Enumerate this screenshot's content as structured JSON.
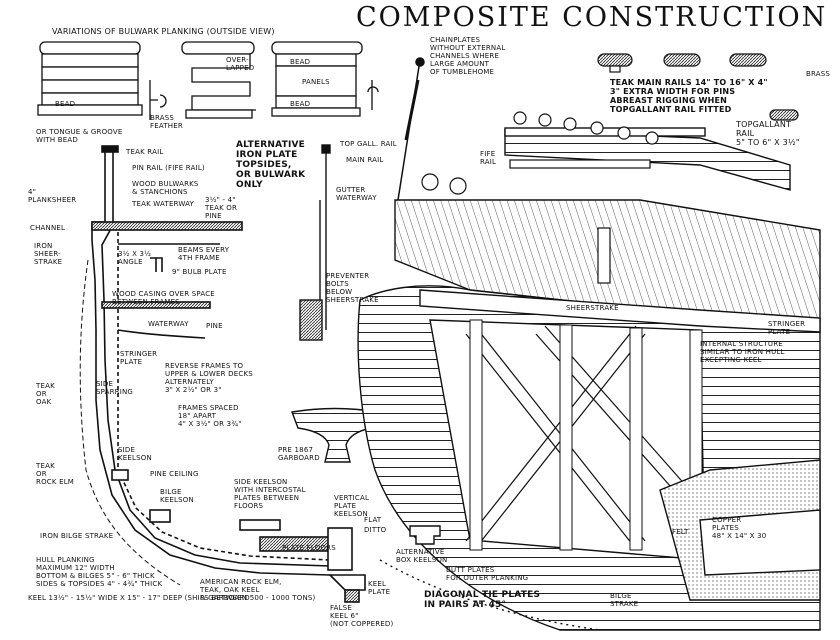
{
  "title": "COMPOSITE CONSTRUCTION",
  "labels": {
    "variations": "VARIATIONS OF BULWARK PLANKING (OUTSIDE VIEW)",
    "bead1": "BEAD",
    "tongue": "OR TONGUE & GROOVE\nWITH BEAD",
    "brass_feather": "BRASS\nFEATHER",
    "overlapped": "OVER-\nLAPPED",
    "bead2": "BEAD",
    "panels": "PANELS",
    "bead3": "BEAD",
    "chainplates": "CHAINPLATES\nWITHOUT EXTERNAL\nCHANNELS WHERE\nLARGE AMOUNT\nOF TUMBLEHOME",
    "teak_main_rails": "TEAK MAIN RAILS 14\" TO 16\" x 4\"\n3\" EXTRA WIDTH FOR PINS\nABREAST RIGGING WHEN\nTOPGALLANT RAIL FITTED",
    "brass": "BRASS",
    "topgallant_rail": "TOPGALLANT\nRAIL\n5\" TO 6\" x 3½\"",
    "teak_rail": "TEAK RAIL",
    "pin_rail": "PIN RAIL (FIFE RAIL)",
    "wood_bulwarks": "WOOD BULWARKS\n& STANCHIONS",
    "teak_waterway": "TEAK WATERWAY",
    "plank_sheer": "4\"\nPLANKSHEER",
    "teak_or_pine": "3½\" - 4\"\nTEAK OR\nPINE",
    "channel": "CHANNEL",
    "iron_sheer_strake": "IRON\nSHEER-\nSTRAKE",
    "angle": "3½ x 3½\nANGLE",
    "beams_every": "BEAMS EVERY\n4TH FRAME",
    "bulb_plate": "9\" BULB PLATE",
    "wood_casing": "WOOD CASING OVER SPACE\nBETWEEN FRAMES",
    "waterway": "WATERWAY",
    "pine": "PINE",
    "stringer_plate": "STRINGER\nPLATE",
    "reverse_frames": "REVERSE FRAMES TO\nUPPER & LOWER DECKS\nALTERNATELY\n3\" x 2½\" OR 3\"",
    "side_sparring": "SIDE\nSPARRING",
    "frames_spaced": "FRAMES SPACED\n18\" APART\n4\" x 3½\" OR 3¾\"",
    "teak_or_oak": "TEAK\nOR\nOAK",
    "side_keelson": "SIDE\nKEELSON",
    "teak_or_rock_elm": "TEAK\nOR\nROCK ELM",
    "pine_ceiling": "PINE CEILING",
    "bilge_keelson": "BILGE\nKEELSON",
    "iron_bilge_strake": "IRON BILGE STRAKE",
    "side_keelson_intercostal": "SIDE KEELSON\nWITH INTERCOSTAL\nPLATES BETWEEN\nFLOORS",
    "vertical_plate_keelson": "VERTICAL\nPLATE\nKEELSON",
    "flat": "FLAT",
    "ditto": "DITTO",
    "plate_floors": "PLATE FLOORS",
    "alternative_iron": "ALTERNATIVE\nIRON PLATE\nTOPSIDES,\nOR BULWARK\nONLY",
    "top_gall_rail": "TOP GALL. RAIL",
    "main_rail": "MAIN RAIL",
    "gutter_waterway": "GUTTER\nWATERWAY",
    "pre_1867": "PRE 1867\nGARBOARD",
    "fife_rail": "FIFE\nRAIL",
    "preventer_bolts": "PREVENTER\nBOLTS\nBELOW\nSHEERSTRAKE",
    "sheerstrake": "SHEERSTRAKE",
    "stringer_plate_r": "STRINGER\nPLATE",
    "internal_structure": "INTERNAL STRUCTURE\nSIMILAR TO IRON HULL\nEXCEPTING KEEL",
    "felt": "FELT",
    "copper_plates": "COPPER\nPLATES\n48\" x 14\" x 30",
    "alternative_box": "ALTERNATIVE\nBOX KEELSON",
    "butt_plates": "BUTT PLATES\nFOR OUTER PLANKING",
    "diagonal": "DIAGONAL TIE PLATES\nIN PAIRS AT 45°",
    "bilge_strake": "BILGE\nSTRAKE",
    "hull_planking": "HULL PLANKING\nMAXIMUM 12\" WIDTH\nBOTTOM & BILGES 5\" - 6\" THICK\nSIDES & TOPSIDES 4\" - 4¾\" THICK",
    "keel_dims": "KEEL 13½\" - 15½\" WIDE x 15\" - 17\" DEEP (SHIPS BETWEEN 500 - 1000 TONS)",
    "american_rock_elm": "AMERICAN ROCK ELM,\nTEAK, OAK      KEEL\n              & GARBOARD",
    "keel_plate": "KEEL\nPLATE",
    "false_keel": "FALSE\nKEEL 6\"\n(NOT COPPERED)"
  }
}
